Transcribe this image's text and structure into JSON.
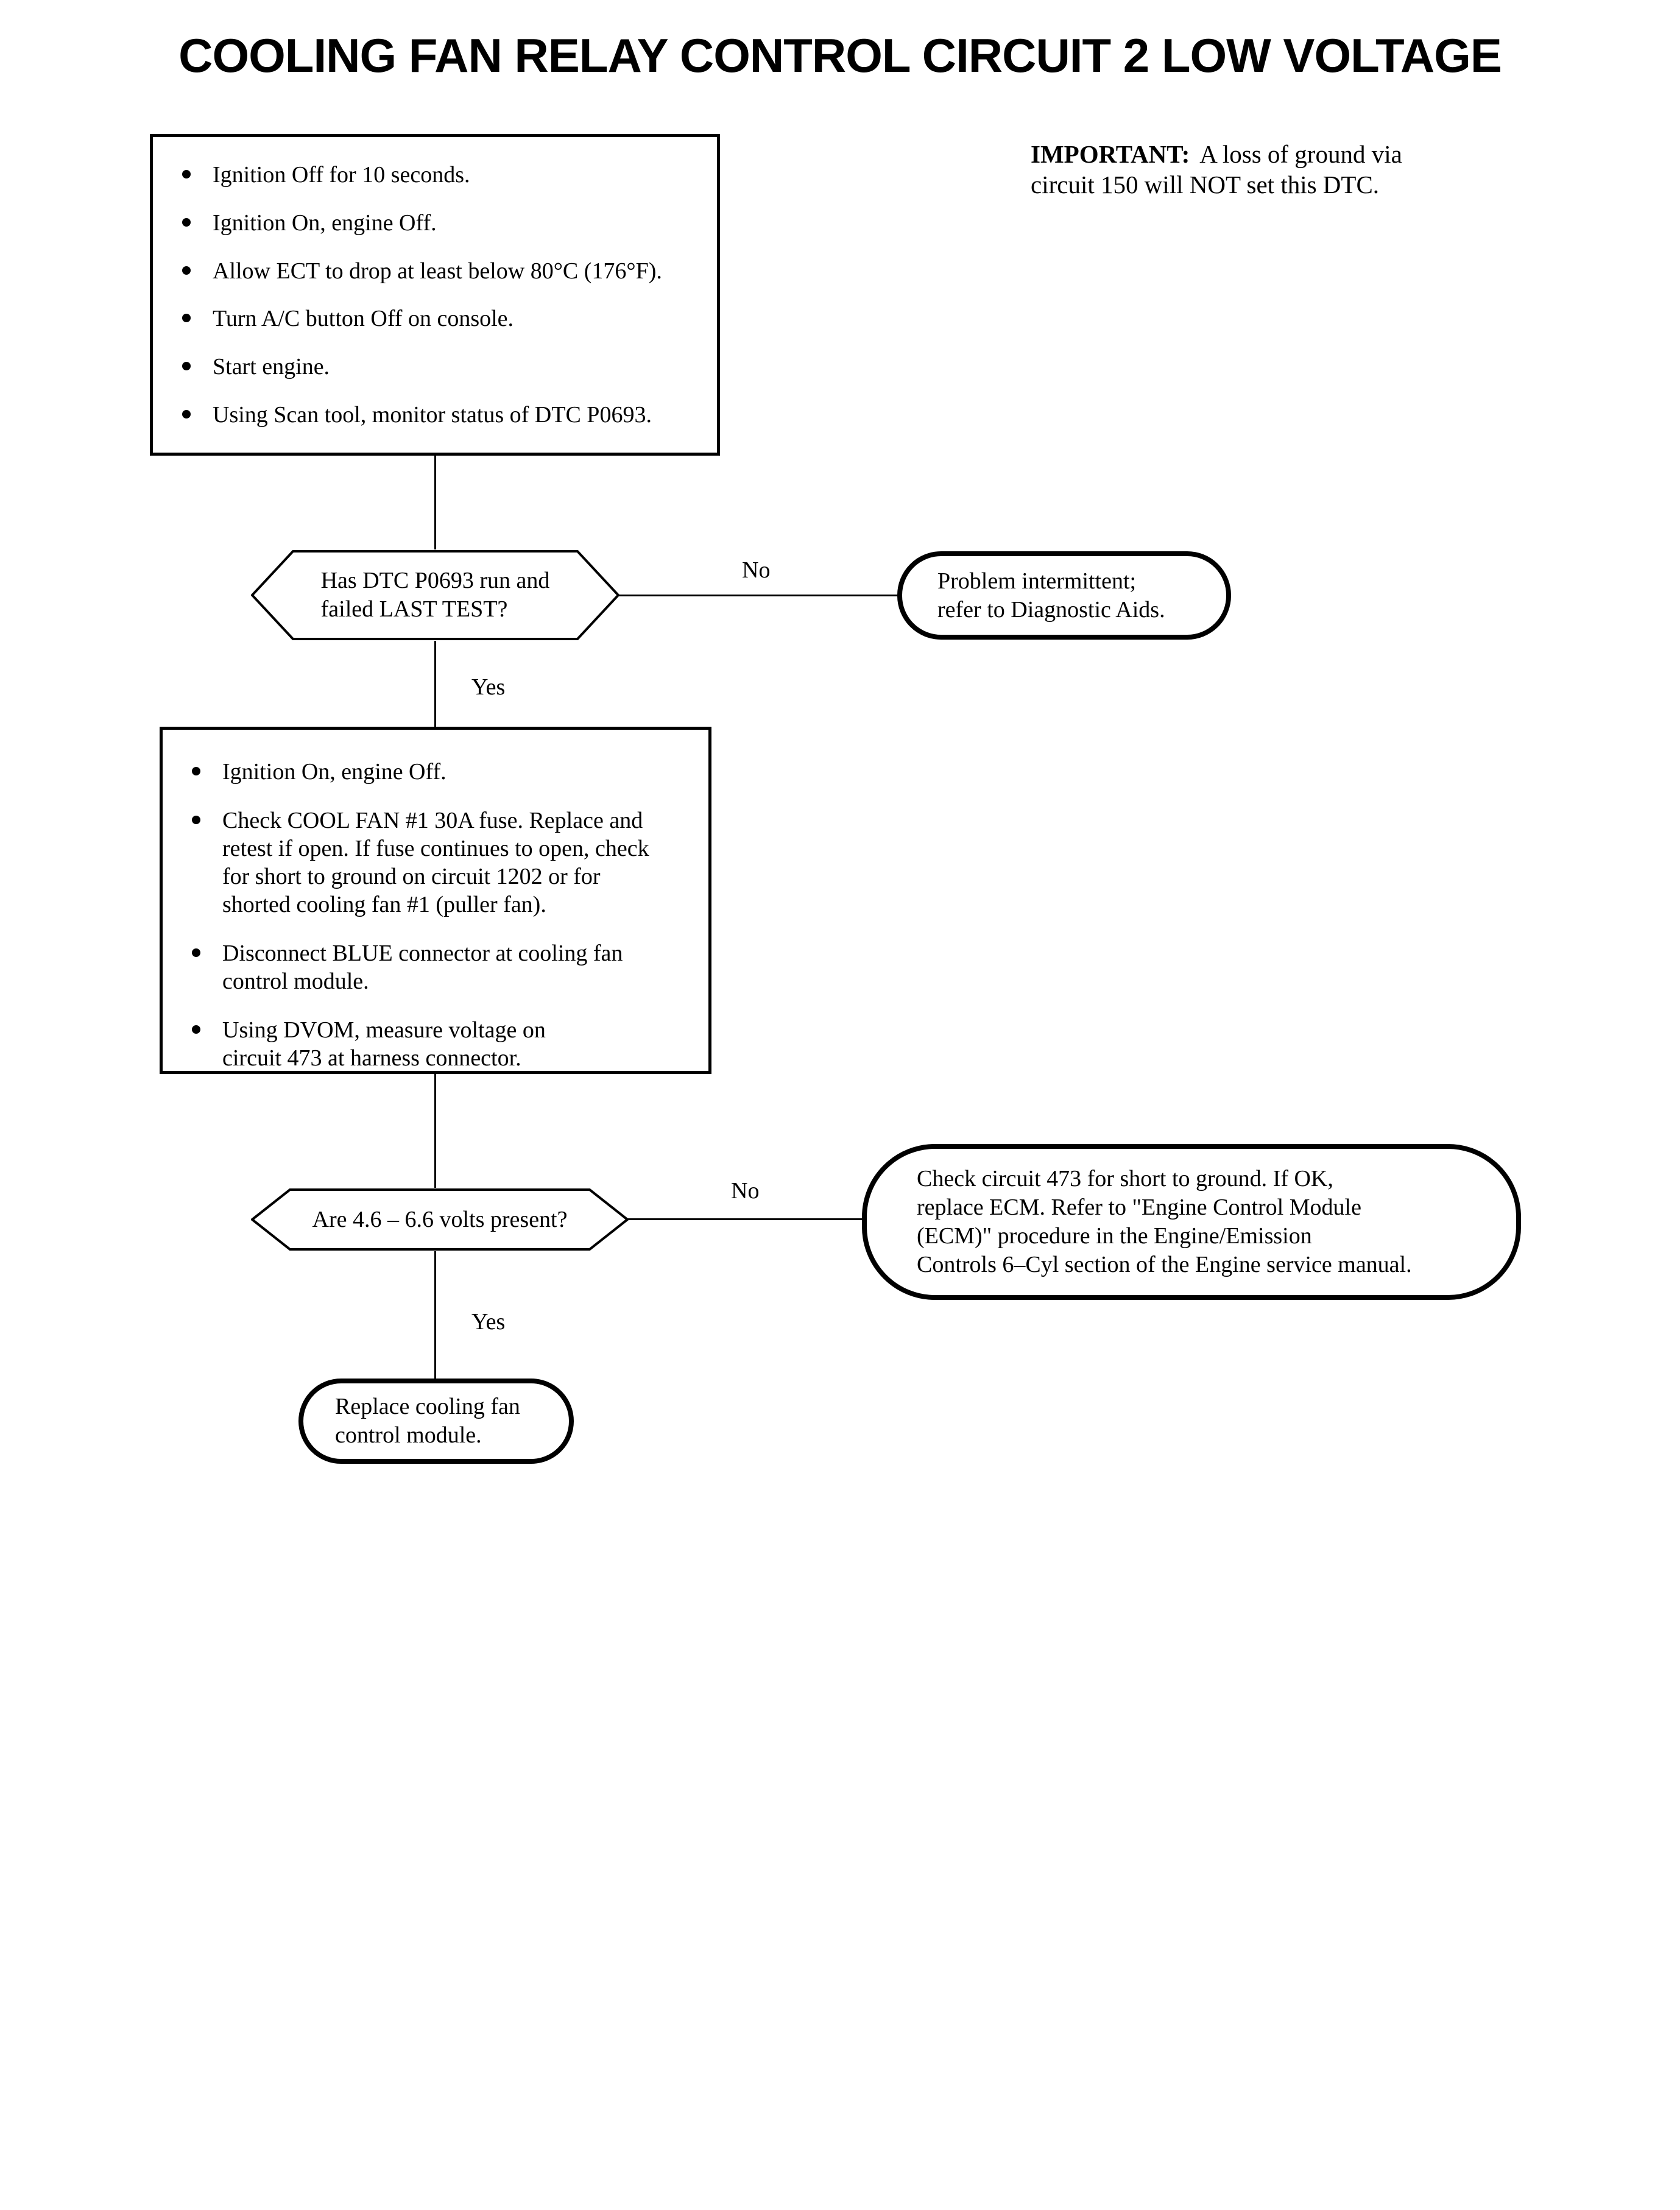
{
  "page": {
    "title": "COOLING FAN RELAY CONTROL CIRCUIT 2 LOW VOLTAGE"
  },
  "important_note": {
    "label": "IMPORTANT:",
    "text": "A loss of ground via\ncircuit 150 will NOT set this DTC."
  },
  "step1": {
    "bullets": [
      "Ignition Off for 10 seconds.",
      "Ignition On, engine Off.",
      "Allow ECT to drop at least below 80°C (176°F).",
      "Turn A/C button Off on console.",
      "Start engine.",
      "Using Scan tool, monitor status of DTC P0693."
    ]
  },
  "decision1": {
    "question": "Has DTC P0693 run and\nfailed LAST TEST?",
    "no_label": "No",
    "yes_label": "Yes"
  },
  "terminal_intermittent": {
    "text": "Problem intermittent;\nrefer to Diagnostic Aids."
  },
  "step2": {
    "bullets": [
      "Ignition On, engine Off.",
      "Check COOL FAN #1 30A fuse. Replace and\nretest if open. If fuse continues to open, check\nfor short to ground on circuit 1202 or for\nshorted cooling fan #1 (puller fan).",
      "Disconnect BLUE connector at cooling fan\ncontrol module.",
      "Using DVOM, measure voltage on\ncircuit 473 at harness connector."
    ]
  },
  "decision2": {
    "question": "Are 4.6 – 6.6 volts present?",
    "no_label": "No",
    "yes_label": "Yes"
  },
  "terminal_check_circuit": {
    "text": "Check circuit 473 for short to ground. If OK,\nreplace ECM. Refer to \"Engine Control Module\n(ECM)\" procedure in the Engine/Emission\nControls 6–Cyl section of the Engine service manual."
  },
  "terminal_replace_module": {
    "text": "Replace cooling fan\ncontrol module."
  }
}
